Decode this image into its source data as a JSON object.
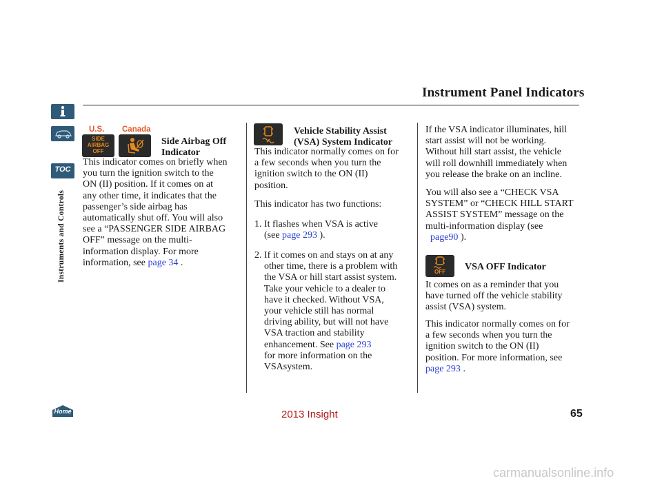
{
  "header": {
    "title": "Instrument Panel Indicators"
  },
  "side_nav": {
    "items": [
      "info-icon",
      "car-icon",
      "toc"
    ],
    "toc_label": "TOC",
    "section_label": "Instruments and Controls"
  },
  "col1": {
    "us_label": "U.S.",
    "canada_label": "Canada",
    "us_icon_text": "SIDE\nAIRBAG\nOFF",
    "heading": "Side Airbag Off\nIndicator",
    "body": "This indicator comes on briefly when\nyou turn the ignition switch to the\nON (II) position. If it comes on at\nany other time, it indicates that the\npassenger’s side airbag has\nautomatically shut off. You will also\nsee a “PASSENGER SIDE AIRBAG\nOFF” message on the multi-\ninformation display. For more\ninformation, see",
    "link": "page 34",
    "tail": " ."
  },
  "col2": {
    "heading": "Vehicle Stability Assist\n(VSA) System Indicator",
    "p1": "This indicator normally comes on for\na few seconds when you turn the\nignition switch to the ON (II)\nposition.",
    "p2": "This indicator has two functions:",
    "item1_line1": "1. It flashes when VSA is active",
    "item1_pre": "(see ",
    "item1_link": "page 293",
    "item1_post": " ).",
    "item2": "2. If it comes on and stays on at any\n    other time, there is a problem with\n    the VSA or hill start assist system.\n    Take your vehicle to a dealer to\n    have it checked. Without VSA,\n    your vehicle still has normal\n    driving ability, but will not have\n    VSA traction and stability",
    "item2_pre": "    enhancement. See ",
    "item2_link": "page 293",
    "item2_post": "    for more information on the\n    VSAsystem."
  },
  "col3": {
    "p1": "If the VSA indicator illuminates, hill\nstart assist will not be working.\nWithout hill start assist, the vehicle\nwill roll downhill immediately when\nyou release the brake on an incline.",
    "p2": "You will also see a “CHECK VSA\nSYSTEM” or “CHECK HILL START\nASSIST SYSTEM” message on the\nmulti-information display (see",
    "p2_link": "page90",
    "p2_tail": " ).",
    "heading": "VSA OFF Indicator",
    "off_icon_text": "OFF",
    "p3": "It comes on as a reminder that you\nhave turned off the vehicle stability\nassist (VSA) system.",
    "p4": "This indicator normally comes on for\na few seconds when you turn the\nignition switch to the ON (II)\nposition. For more information, see",
    "p4_link": "page 293",
    "p4_tail": " ."
  },
  "footer": {
    "home_label": "Home",
    "book_title": "2013 Insight",
    "page_number": "65",
    "watermark": "carmanualsonline.info"
  },
  "colors": {
    "link": "#2a3fd1",
    "nav_tab": "#2f5a78",
    "indicator_amber": "#e58a1f",
    "label_orange": "#e35a2a",
    "footer_title": "#b01a1a"
  }
}
